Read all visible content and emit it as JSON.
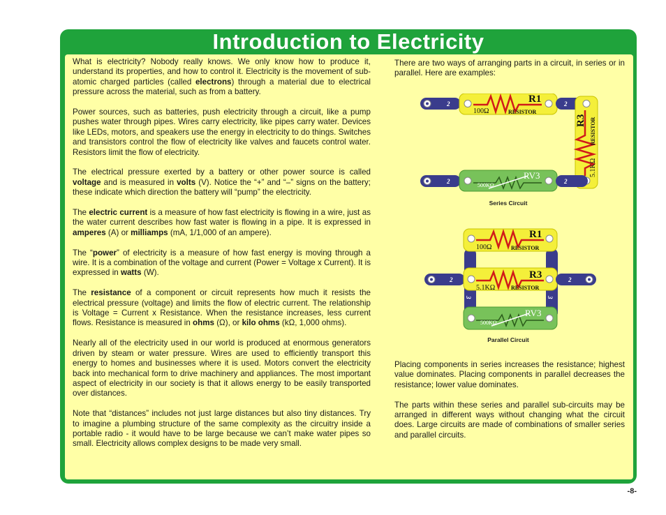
{
  "title": "Introduction to Electricity",
  "left": {
    "p1": [
      "What is electricity? Nobody really knows. We only know how to produce it, understand its properties, and how to control it. Electricity is the movement of sub-atomic charged particles (called ",
      "electrons",
      ") through a material due to electrical pressure across the material, such as from a battery."
    ],
    "p2": "Power sources, such as batteries, push electricity through a circuit, like a pump pushes water through pipes. Wires carry electricity, like pipes carry water. Devices like LEDs, motors, and speakers use the energy in electricity to do things. Switches and transistors control the flow of electricity like valves and faucets control water. Resistors limit the flow of electricity.",
    "p3": [
      "The electrical pressure exerted by a battery or other power source is called ",
      "voltage",
      " and is measured in ",
      "volts",
      " (V). Notice the “+” and “–” signs on the battery; these indicate which direction the battery will “pump” the electricity."
    ],
    "p4": [
      "The ",
      "electric current",
      " is a measure of how fast electricity is flowing in a wire, just as the water current describes how fast water is flowing in a pipe. It is expressed in ",
      "amperes",
      " (A) or ",
      "milliamps",
      " (mA, 1/1,000 of an ampere)."
    ],
    "p5": [
      "The “",
      "power",
      "” of electricity is a measure of how fast energy is moving through a wire. It is a combination of the voltage and current (Power = Voltage x Current). It is expressed in ",
      "watts",
      " (W)."
    ],
    "p6": [
      "The ",
      "resistance",
      " of a component or circuit represents how much it resists the electrical pressure (voltage) and limits the flow of electric current. The relationship is Voltage = Current x Resistance. When the resistance increases, less current flows. Resistance is measured in ",
      "ohms",
      " (Ω), or ",
      "kilo ohms",
      " (kΩ, 1,000 ohms)."
    ],
    "p7": "Nearly all of the electricity used in our world is produced at enormous generators driven by steam or water pressure. Wires are used to efficiently transport this energy to homes and businesses where it is used. Motors convert the electricity back into mechanical form to drive machinery and appliances. The most important aspect of electricity in our society is that it allows energy to be easily transported over distances.",
    "p8": "Note that “distances” includes not just large distances but also tiny distances. Try to imagine a plumbing structure of the same complexity as the circuitry inside a portable radio - it would have to be large because we can’t make water pipes so small. Electricity allows complex designs to be made very small."
  },
  "right": {
    "intro": "There are two ways of arranging parts in a circuit, in series or in parallel. Here are examples:",
    "series_caption": "Series Circuit",
    "parallel_caption": "Parallel Circuit",
    "p2": "Placing components in series increases the resistance; highest value dominates. Placing components in parallel decreases the resistance; lower value dominates.",
    "p3": "The parts within these series and parallel sub-circuits may be arranged in different ways without changing what the circuit does. Large circuits are made of combinations of smaller series and parallel circuits."
  },
  "parts": {
    "r1": "R1",
    "r3": "R3",
    "rv3": "RV3",
    "r1_val": "100Ω",
    "r3_val": "5.1KΩ",
    "rv3_val": "500KΩ",
    "resistor": "RESISTOR",
    "wire2": "2",
    "wire3": "3"
  },
  "page_number": "-8-",
  "colors": {
    "frame_green": "#1fa33b",
    "panel_yellow": "#ffffa6",
    "snap_blue": "#3a3c8c",
    "resistor_yellow": "#f4ef3a",
    "pot_green": "#78c25a",
    "zigzag_red": "#d01a1a"
  }
}
